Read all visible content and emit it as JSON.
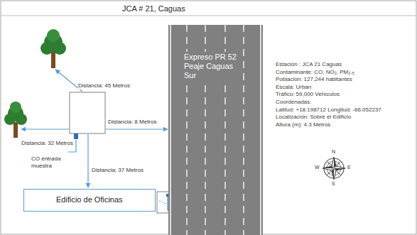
{
  "diagram": {
    "title": "JCA # 21, Caguas",
    "nodes": [
      {
        "text": [
          "Expreso PR 52 Peaje Caguas Sur"
        ]
      },
      {
        "text": [
          "Edificio de Oficinas"
        ]
      }
    ],
    "labels": [
      "Distancia: 45 Metros",
      "Distancia: 32 Metros",
      "Distancia: 8 Metros",
      "CO entrada muestra",
      "Distancia: 37 Metros",
      "Estación : JCA 21 Caguas",
      "Contaminante: CO, NO₂, PM₂.₅",
      "Población: 127,244 habitantes",
      "Escala: Urban",
      "Tráfico: 59,000 Vehículos",
      "Coordenadas:",
      "Latitud: +18.198712 Longitud: -66.052237",
      "Localización: Sobre el Edificio",
      "Altura (m): 4.3 Metros",
      "N",
      "S",
      "E",
      "W"
    ]
  }
}
